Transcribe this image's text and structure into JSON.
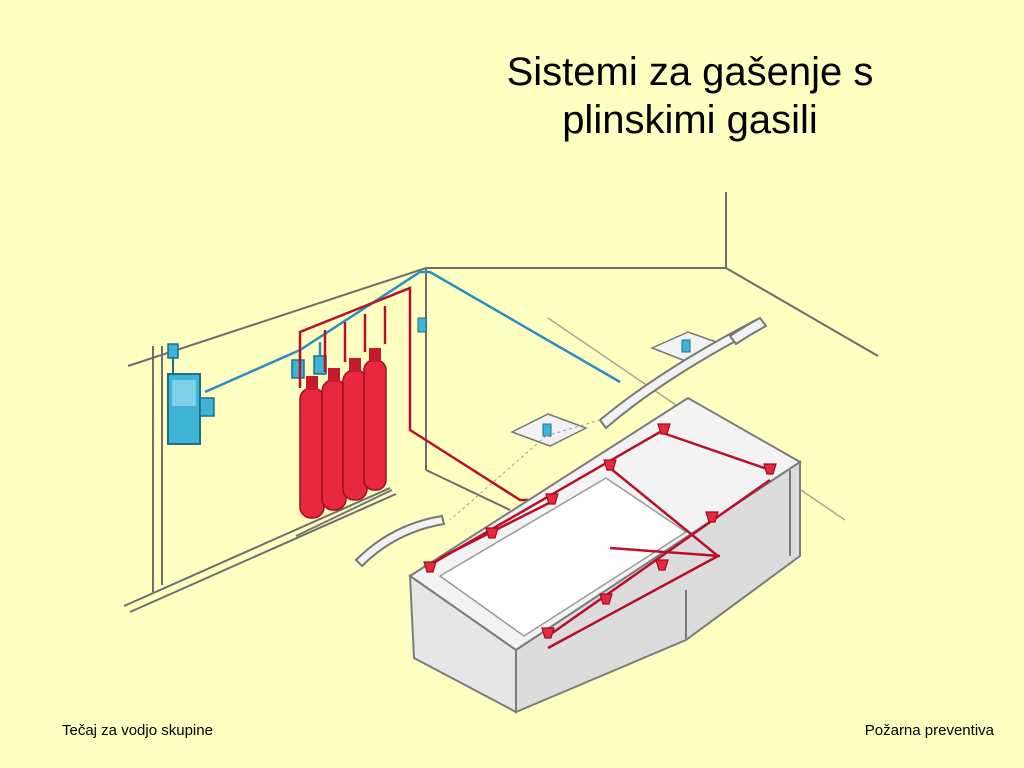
{
  "slide": {
    "title_lines": [
      "Sistemi za gašenje s",
      "plinskimi gasili"
    ],
    "footer_left": "Tečaj za vodjo skupine",
    "footer_right": "Požarna preventiva"
  },
  "colors": {
    "background": "#FFFFC2",
    "cylinder_red": "#E8283C",
    "pipe_red": "#B8102A",
    "control_cyan": "#3FB4D4",
    "detector_line_blue": "#2A8FC0",
    "outline_gray": "#8C8C8C",
    "cabinet_fill": "#E6E6E6"
  },
  "icons": [
    "control-panel-icon",
    "gas-cylinder-icon",
    "nozzle-icon",
    "detector-icon"
  ]
}
